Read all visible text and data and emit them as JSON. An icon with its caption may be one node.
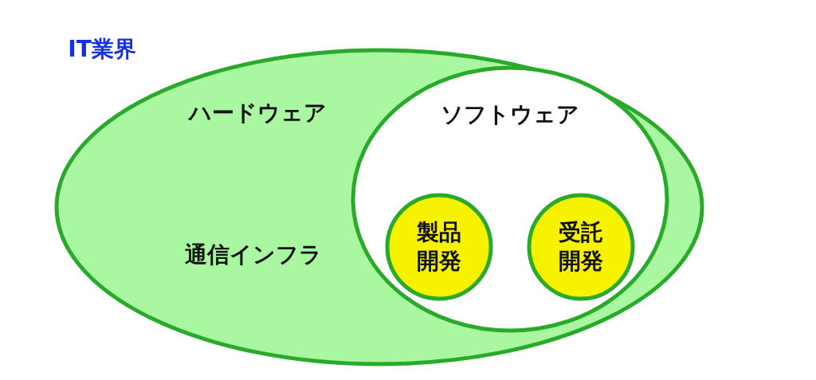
{
  "diagram": {
    "nodes": [
      {
        "text": [
          "IT業界",
          "ハードウェア",
          "通信インフラ"
        ]
      },
      {
        "text": [
          "ソフトウェア"
        ],
        "in": 0
      },
      {
        "text": [
          "製品開発"
        ],
        "in": 1
      },
      {
        "text": [
          "受託開発"
        ],
        "in": 1
      }
    ]
  }
}
